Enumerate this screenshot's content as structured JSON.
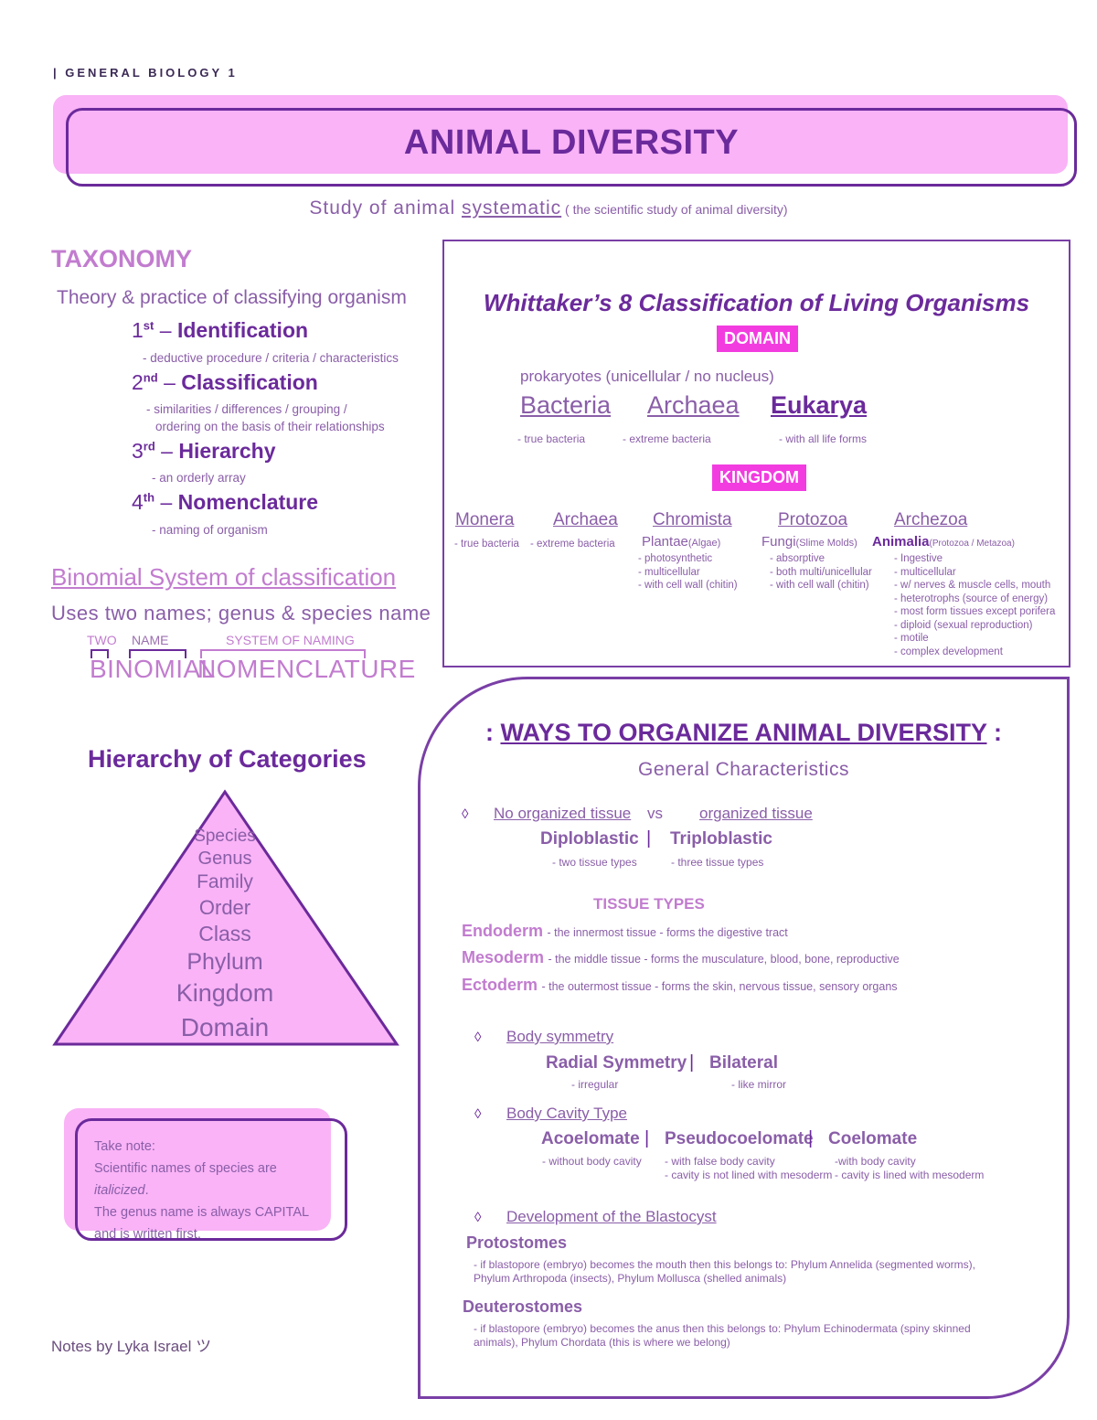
{
  "header": {
    "label": "| GENERAL BIOLOGY 1",
    "title": "ANIMAL DIVERSITY"
  },
  "subtitle": {
    "lead": "Study of animal ",
    "term": "systematic",
    "paren": " ( the scientific study of animal diversity)"
  },
  "taxonomy": {
    "heading": "TAXONOMY",
    "definition": "Theory & practice of classifying organism",
    "steps": [
      {
        "num": "1",
        "sup": "st",
        "label": "Identification",
        "note": "- deductive procedure / criteria / characteristics"
      },
      {
        "num": "2",
        "sup": "nd",
        "label": "Classification",
        "note": "- similarities / differences / grouping /",
        "note2": "ordering on the basis of their relationships"
      },
      {
        "num": "3",
        "sup": "rd",
        "label": "Hierarchy",
        "note": "- an orderly array"
      },
      {
        "num": "4",
        "sup": "th",
        "label": "Nomenclature",
        "note": "- naming of organism"
      }
    ],
    "dash": " – "
  },
  "binomial": {
    "heading": "Binomial System of classification",
    "definition": "Uses two names; genus & species name",
    "label_two": "TWO",
    "label_name": "NAME",
    "label_system": "SYSTEM OF NAMING",
    "word1": "BINOMIAL",
    "word2": "NOMENCLATURE"
  },
  "hierarchy": {
    "title": "Hierarchy of Categories",
    "levels": [
      "Species",
      "Genus",
      "Family",
      "Order",
      "Class",
      "Phylum",
      "Kingdom",
      "Domain"
    ]
  },
  "note": {
    "line1": "Take note:",
    "line2a": "Scientific names of species are ",
    "line2b": "italicized",
    "line2c": ".",
    "line3": "The genus name is always CAPITAL and is written first."
  },
  "credit": "Notes by Lyka Israel ツ",
  "whittaker": {
    "title": "Whittaker’s 8 Classification of Living Organisms",
    "domain_label": "DOMAIN",
    "prokaryotes": "prokaryotes (unicellular / no nucleus)",
    "domains": [
      {
        "name": "Bacteria",
        "note": "- true bacteria"
      },
      {
        "name": "Archaea",
        "note": "- extreme bacteria"
      },
      {
        "name": "Eukarya",
        "note": "- with all life forms"
      }
    ],
    "kingdom_label": "KINGDOM",
    "kingdoms": [
      {
        "name": "Monera",
        "note": "- true bacteria"
      },
      {
        "name": "Archaea",
        "note": "- extreme bacteria"
      },
      {
        "name": "Chromista",
        "sub": "Plantae",
        "sub_paren": "(Algae)",
        "notes": [
          "- photosynthetic",
          "- multicellular",
          "- with cell wall (chitin)"
        ]
      },
      {
        "name": "Protozoa",
        "sub": "Fungi",
        "sub_paren": "(Slime Molds)",
        "notes": [
          "- absorptive",
          "- both multi/unicellular",
          "- with cell wall (chitin)"
        ]
      },
      {
        "name": "Archezoa",
        "sub": "Animalia",
        "sub_paren": "(Protozoa / Metazoa)",
        "notes": [
          "- Ingestive",
          "- multicellular",
          "- w/ nerves & muscle cells, mouth",
          "- heterotrophs (source of energy)",
          "- most form tissues except porifera",
          "- diploid (sexual reproduction)",
          "- motile",
          "- complex development"
        ]
      }
    ]
  },
  "ways": {
    "title_pre": ": ",
    "title": "WAYS TO ORGANIZE ANIMAL DIVERSITY",
    "title_post": " :",
    "subtitle": "General Characteristics",
    "diamond": "◊",
    "sep": "|",
    "tissue_cat": {
      "left": "No organized tissue",
      "vs": "vs",
      "right": "organized tissue"
    },
    "diplo": {
      "name": "Diploblastic",
      "note": "- two tissue types"
    },
    "triplo": {
      "name": "Triploblastic",
      "note": "- three tissue types"
    },
    "tissue_types_label": "TISSUE TYPES",
    "tissues": [
      {
        "name": "Endoderm",
        "desc": "- the innermost tissue - forms the digestive tract"
      },
      {
        "name": "Mesoderm",
        "desc": "- the middle tissue - forms the musculature, blood, bone, reproductive"
      },
      {
        "name": "Ectoderm",
        "desc": "- the outermost tissue - forms the skin, nervous tissue, sensory organs"
      }
    ],
    "symmetry": {
      "label": "Body symmetry",
      "radial": "Radial Symmetry",
      "radial_note": "- irregular",
      "bilateral": "Bilateral",
      "bilateral_note": "- like mirror"
    },
    "cavity": {
      "label": "Body Cavity Type",
      "acoelomate": "Acoelomate",
      "acoelomate_note": "- without body cavity",
      "pseudo": "Pseudocoelomate",
      "pseudo_note1": "- with false body cavity",
      "pseudo_note2": "- cavity is not lined with mesoderm",
      "coelomate": "Coelomate",
      "coelomate_note1": "-with body cavity",
      "coelomate_note2": "- cavity is lined with mesoderm"
    },
    "blastocyst": {
      "label": "Development of the Blastocyst",
      "proto": "Protostomes",
      "proto_desc": "- if blastopore (embryo) becomes the mouth then this belongs to: Phylum Annelida (segmented worms), Phylum Arthropoda (insects), Phylum Mollusca (shelled animals)",
      "deutero": "Deuterostomes",
      "deutero_desc": "- if blastopore (embryo) becomes the anus then this belongs to: Phylum Echinodermata (spiny skinned animals), Phylum Chordata (this is where we belong)"
    }
  }
}
